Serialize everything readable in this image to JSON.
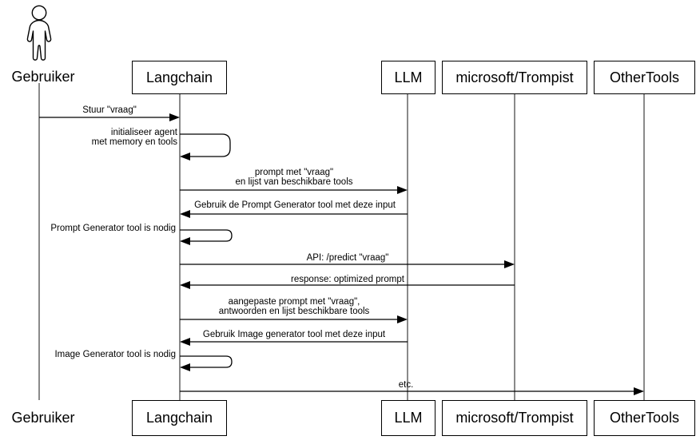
{
  "diagram_type": "uml-sequence-diagram",
  "colors": {
    "stroke": "#000000",
    "background": "#ffffff",
    "text": "#000000"
  },
  "participants": [
    {
      "id": "gebruiker",
      "label": "Gebruiker",
      "kind": "actor"
    },
    {
      "id": "langchain",
      "label": "Langchain",
      "kind": "box"
    },
    {
      "id": "llm",
      "label": "LLM",
      "kind": "box"
    },
    {
      "id": "trompist",
      "label": "microsoft/Trompist",
      "kind": "box"
    },
    {
      "id": "othertools",
      "label": "OtherTools",
      "kind": "box"
    }
  ],
  "messages": [
    {
      "from": "Gebruiker",
      "to": "Langchain",
      "label": "Stuur \"vraag\""
    },
    {
      "self_on": "Langchain",
      "lines": [
        "initialiseer agent",
        "met memory en tools"
      ]
    },
    {
      "from": "Langchain",
      "to": "LLM",
      "lines": [
        "prompt met \"vraag\"",
        "en lijst van beschikbare tools"
      ]
    },
    {
      "from": "LLM",
      "to": "Langchain",
      "label": "Gebruik de Prompt Generator tool met deze input"
    },
    {
      "self_on": "Langchain",
      "label": "Prompt Generator tool is nodig"
    },
    {
      "from": "Langchain",
      "to": "microsoft/Trompist",
      "label": "API: /predict \"vraag\""
    },
    {
      "from": "microsoft/Trompist",
      "to": "Langchain",
      "label": "response: optimized prompt"
    },
    {
      "from": "Langchain",
      "to": "LLM",
      "lines": [
        "aangepaste prompt met \"vraag\",",
        "antwoorden en lijst beschikbare tools"
      ]
    },
    {
      "from": "LLM",
      "to": "Langchain",
      "label": "Gebruik Image generator tool met deze input"
    },
    {
      "self_on": "Langchain",
      "label": "Image Generator tool is nodig"
    },
    {
      "from": "Langchain",
      "to": "OtherTools",
      "label": "etc."
    }
  ]
}
